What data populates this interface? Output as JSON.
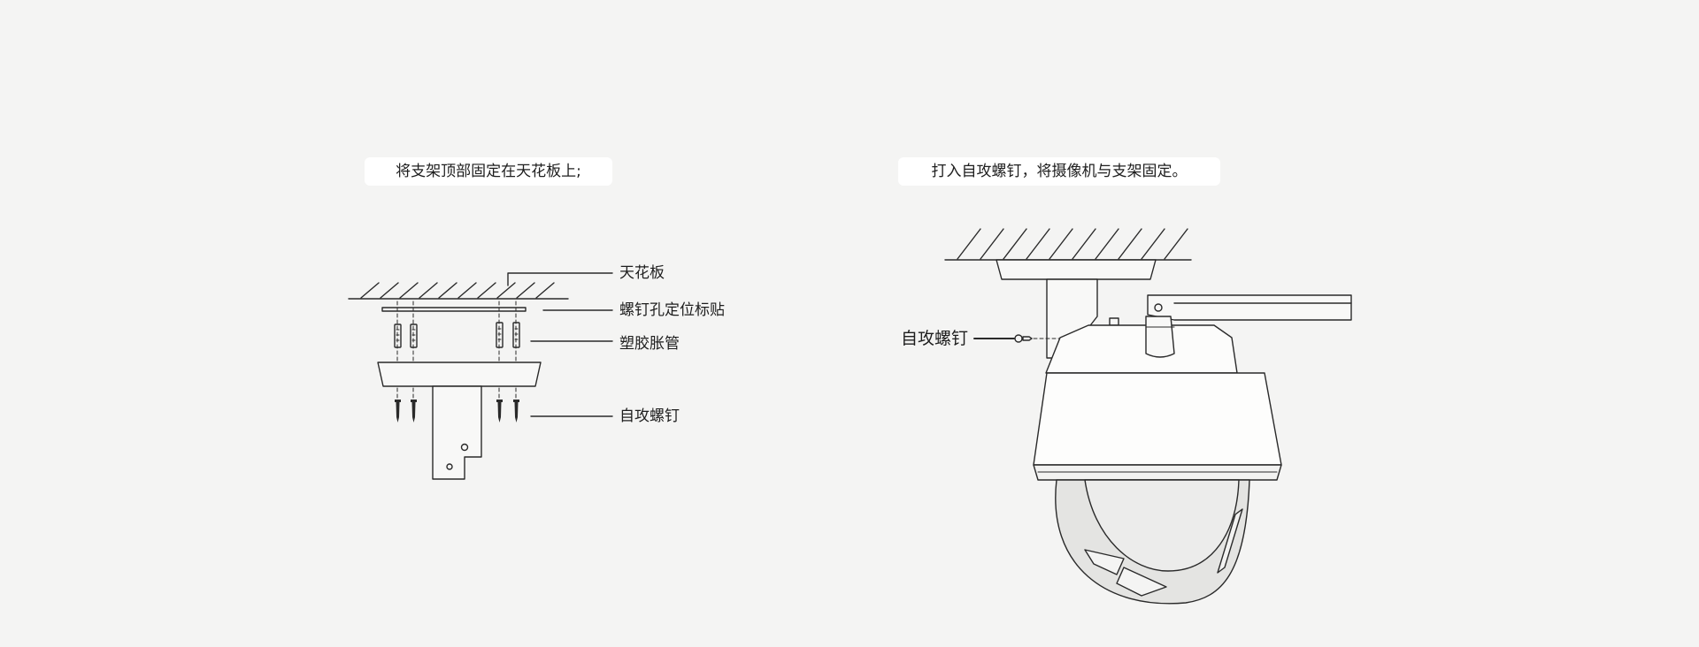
{
  "steps": [
    {
      "caption": "将支架顶部固定在天花板上;",
      "labels": {
        "ceiling": "天花板",
        "screw_hole_sticker": "螺钉孔定位标贴",
        "plastic_anchor": "塑胶胀管",
        "self_tapping_screw": "自攻螺钉"
      }
    },
    {
      "caption": "打入自攻螺钉，将摄像机与支架固定。",
      "labels": {
        "self_tapping_screw": "自攻螺钉"
      }
    }
  ],
  "colors": {
    "background": "#f4f4f3",
    "line": "#2a2a2a",
    "caption_bg": "#ffffff"
  }
}
